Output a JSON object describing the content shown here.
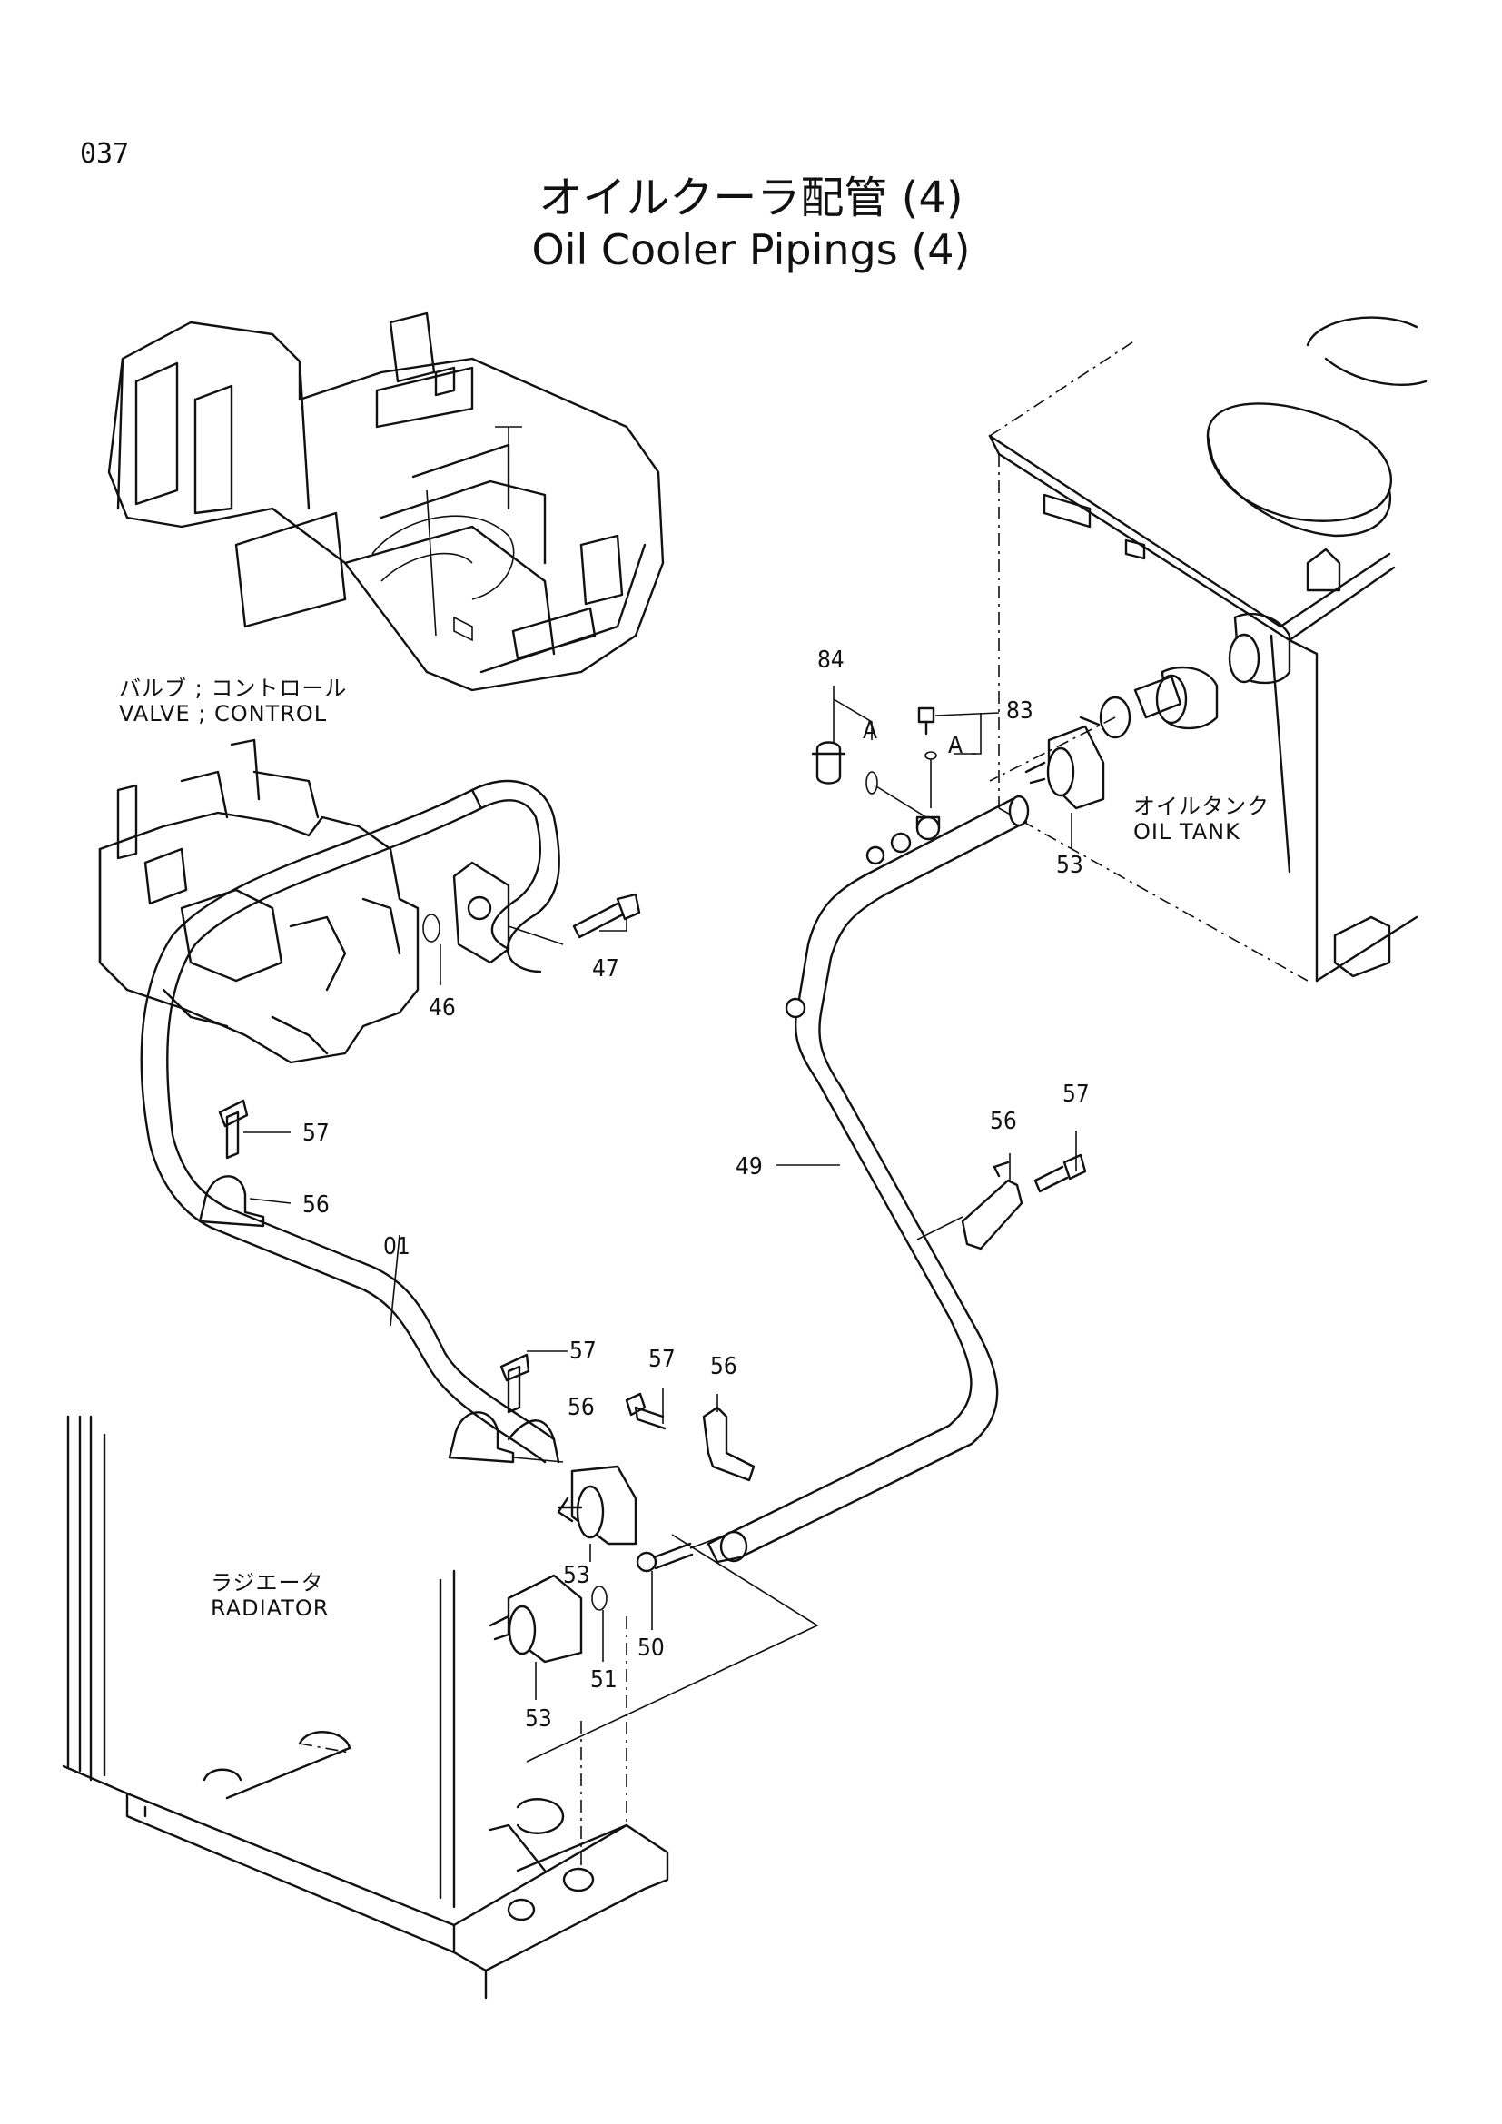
{
  "page_number": "037",
  "title_jp": "オイルクーラ配管 (4)",
  "title_en": "Oil Cooler Pipings (4)",
  "components": {
    "valve_jp": "バルブ ; コントロール",
    "valve_en": "VALVE ; CONTROL",
    "tank_jp": "オイルタンク",
    "tank_en": "OIL TANK",
    "radiator_jp": "ラジエータ",
    "radiator_en": "RADIATOR"
  },
  "callouts": {
    "c84": "84",
    "c83": "83",
    "cA1": "A",
    "cA2": "A",
    "c53_tank": "53",
    "c47": "47",
    "c46": "46",
    "c57_a": "57",
    "c56_a": "56",
    "c01": "01",
    "c49": "49",
    "c56_b": "56",
    "c57_b": "57",
    "c57_c": "57",
    "c56_c": "56",
    "c57_d": "57",
    "c56_d": "56",
    "c53_mid": "53",
    "c50": "50",
    "c51": "51",
    "c53_low": "53"
  }
}
